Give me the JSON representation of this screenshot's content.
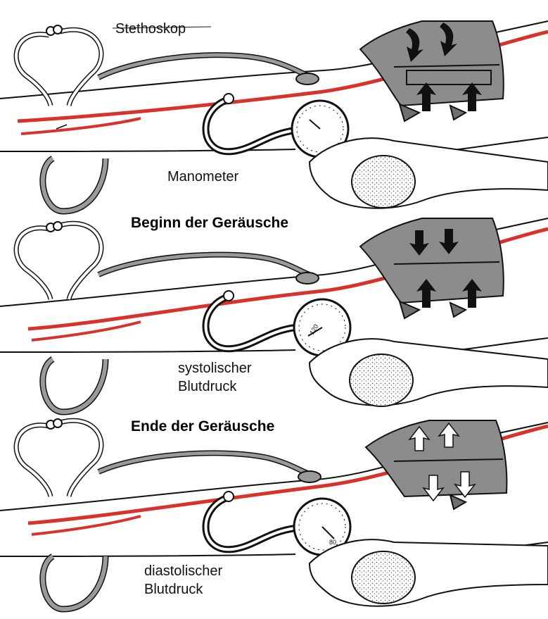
{
  "colors": {
    "artery": "#d8322c",
    "cuff": "#8c8c8c",
    "cuff_dark": "#6f6f6f",
    "tube": "#9a9a9a",
    "outline": "#111111",
    "skin": "#ffffff",
    "arrow_dark": "#111111",
    "arrow_light": "#ffffff"
  },
  "panels": [
    {
      "heading": "",
      "labels": [
        "Stethoskop",
        "Manometer"
      ],
      "cuff_state": "inflating",
      "gauge_text": ""
    },
    {
      "heading": "Beginn der Geräusche",
      "labels": [
        "systolischer",
        "Blutdruck"
      ],
      "cuff_state": "inflating",
      "gauge_text": "120"
    },
    {
      "heading": "Ende der Geräusche",
      "labels": [
        "diastolischer",
        "Blutdruck"
      ],
      "cuff_state": "deflating",
      "gauge_text": "80"
    }
  ]
}
